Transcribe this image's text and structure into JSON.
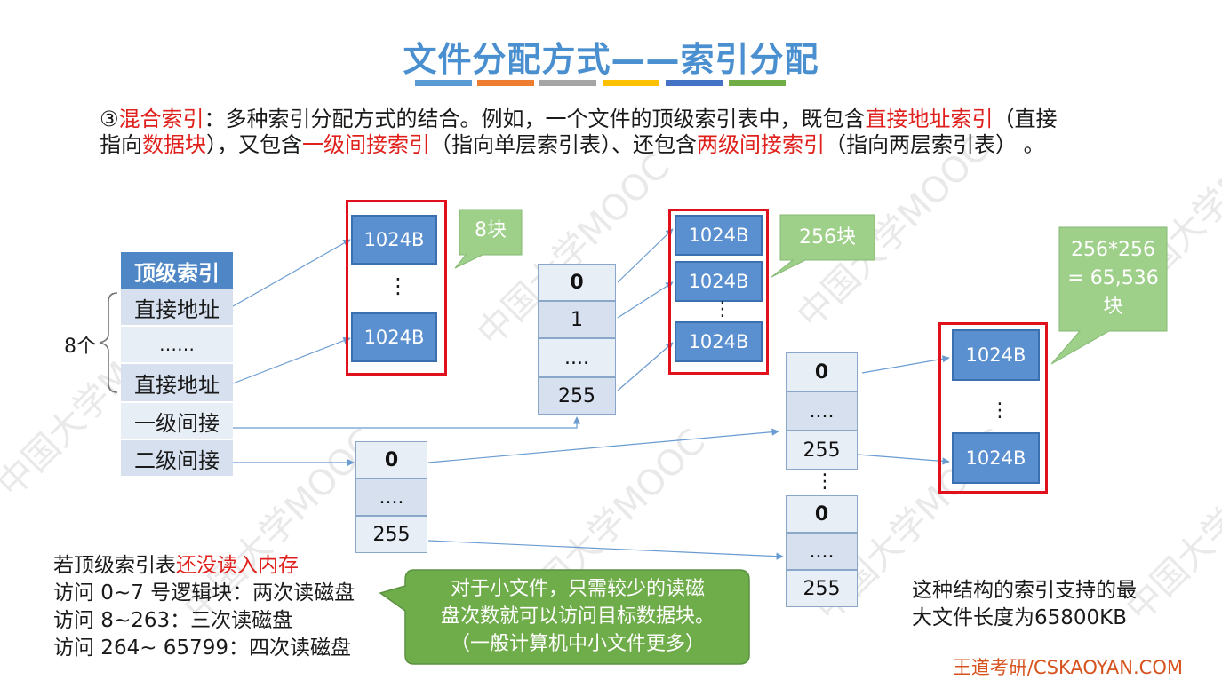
{
  "title": "文件分配方式——索引分配",
  "color_bars": [
    "#5a9bd5",
    "#ed7d31",
    "#a5a5a5",
    "#ffc000",
    "#4472c4",
    "#70ad47"
  ],
  "intro": {
    "marker": "③",
    "term_mixed": "混合索引",
    "t1": "：多种索引分配方式的结合。例如，一个文件的顶级索引表中，既包含",
    "term_direct": "直接地址索引",
    "t2": "（直接",
    "t3": "指向",
    "term_block": "数据块",
    "t4": "），又包含",
    "term_single": "一级间接索引",
    "t5": "（指向单层索引表）、还包含",
    "term_double": "两级间接索引",
    "t6": "（指向两层索引表）  。"
  },
  "top_index": {
    "header": "顶级索引",
    "rows": [
      "直接地址",
      "……",
      "直接地址",
      "一级间接",
      "二级间接"
    ],
    "brace_label": "8个"
  },
  "direct_blocks": {
    "labels": [
      "1024B",
      "1024B"
    ],
    "ellipsis": "⋮",
    "callout": "8块"
  },
  "single_table": {
    "rows": [
      "0",
      "1",
      "....",
      "255"
    ]
  },
  "single_blocks": {
    "labels": [
      "1024B",
      "1024B",
      "1024B"
    ],
    "ellipsis": "⋮",
    "callout": "256块"
  },
  "double_first_table": {
    "rows": [
      "0",
      "....",
      "255"
    ]
  },
  "double_second_tables": [
    {
      "rows": [
        "0",
        "....",
        "255"
      ]
    },
    {
      "rows": [
        "0",
        "....",
        "255"
      ]
    }
  ],
  "double_between_ellipsis": "⋮",
  "double_blocks": {
    "labels": [
      "1024B",
      "1024B"
    ],
    "ellipsis": "⋮",
    "callout": [
      "256*256",
      "= 65,536",
      "块"
    ]
  },
  "notes": {
    "line1_a": "若顶级索引表",
    "line1_b": "还没读入内存",
    "line2": "访问 0~7 号逻辑块：两次读磁盘",
    "line3": "访问 8~263：三次读磁盘",
    "line4": "访问 264~ 65799：四次读磁盘"
  },
  "small_file_callout": [
    "对于小文件，只需较少的读磁",
    "盘次数就可以访问目标数据块。",
    "（一般计算机中小文件更多）"
  ],
  "max_size": [
    "这种结构的索引支持的最",
    "大文件长度为65800KB"
  ],
  "brand": "王道考研/CSKAOYAN.COM",
  "watermark": "中国大学MOOC"
}
